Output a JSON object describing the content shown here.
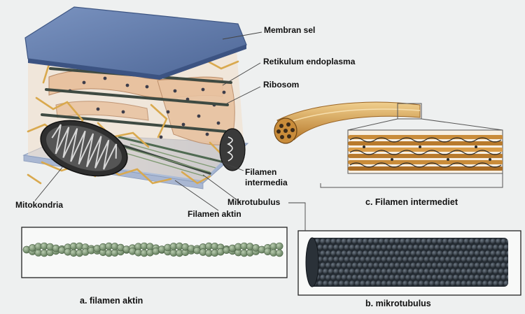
{
  "labels": {
    "membran_sel": "Membran sel",
    "retikulum": "Retikulum endoplasma",
    "ribosom": "Ribosom",
    "filamen_intermedia_1": "Filamen",
    "filamen_intermedia_2": "intermedia",
    "mikrotubulus": "Mikrotubulus",
    "mitokondria": "Mitokondria",
    "filamen_aktin": "Filamen aktin"
  },
  "captions": {
    "a": "a. filamen aktin",
    "b": "b. mikrotubulus",
    "c": "c. Filamen intermediet"
  },
  "colors": {
    "membrane": "#5f79a8",
    "reticulum": "#e8c9a6",
    "cytoskeleton": "#d9a94e",
    "mitochondria": "#3a3a3a",
    "actin": "#7f9a73",
    "microtubule": "#2c333b",
    "intermediate": "#c98c3a",
    "background": "#eef0f0"
  }
}
